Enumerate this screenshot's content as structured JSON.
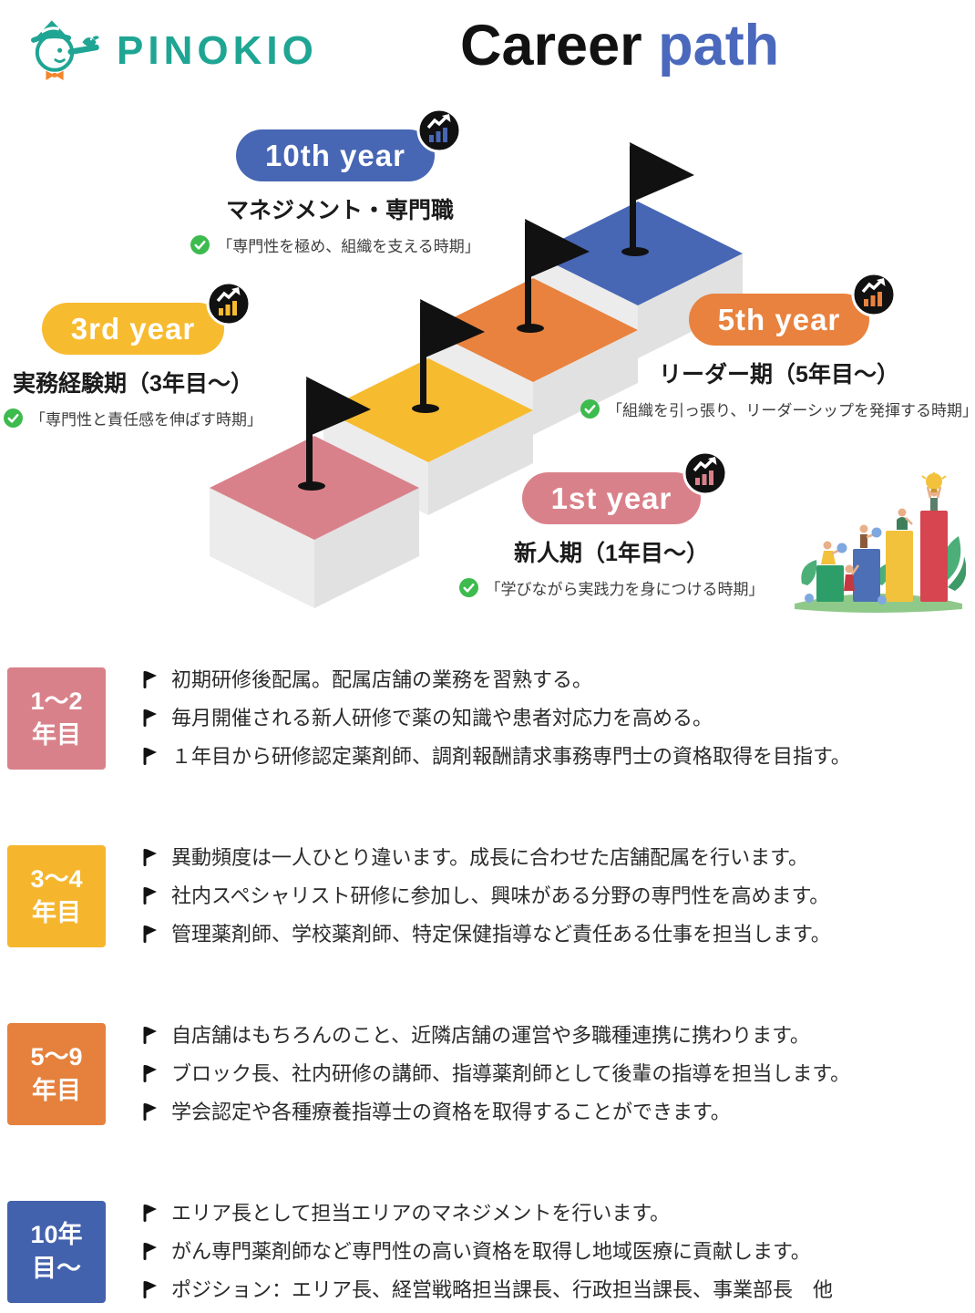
{
  "header": {
    "logo_text": "PINOKIO",
    "title_black": "Career",
    "title_blue": "path"
  },
  "milestones": [
    {
      "badge": "1st year",
      "title": "新人期（1年目〜）",
      "note": "「学びながら実践力を身につける時期」",
      "color": "#D9818A"
    },
    {
      "badge": "3rd year",
      "title": "実務経験期（3年目〜）",
      "note": "「専門性と責任感を伸ばす時期」",
      "color": "#F7BB2F"
    },
    {
      "badge": "5th year",
      "title": "リーダー期（5年目〜）",
      "note": "「組織を引っ張り、リーダーシップを発揮する時期」",
      "color": "#E8823E"
    },
    {
      "badge": "10th year",
      "title": "マネジメント・専門職",
      "note": "「専門性を極め、組織を支える時期」",
      "color": "#4766B4"
    }
  ],
  "sections": [
    {
      "label_top": "1〜2",
      "label_bottom": "年目",
      "color": "#D9818A",
      "items": [
        "初期研修後配属。配属店舗の業務を習熟する。",
        "毎月開催される新人研修で薬の知識や患者対応力を高める。",
        "１年目から研修認定薬剤師、調剤報酬請求事務専門士の資格取得を目指す。"
      ]
    },
    {
      "label_top": "3〜4",
      "label_bottom": "年目",
      "color": "#F5B62E",
      "items": [
        "異動頻度は一人ひとり違います。成長に合わせた店舗配属を行います。",
        "社内スペシャリスト研修に参加し、興味がある分野の専門性を高めます。",
        "管理薬剤師、学校薬剤師、特定保健指導など責任ある仕事を担当します。"
      ]
    },
    {
      "label_top": "5〜9",
      "label_bottom": "年目",
      "color": "#E5813C",
      "items": [
        "自店舗はもちろんのこと、近隣店舗の運営や多職種連携に携わります。",
        "ブロック長、社内研修の講師、指導薬剤師として後輩の指導を担当します。",
        "学会認定や各種療養指導士の資格を取得することができます。"
      ]
    },
    {
      "label_top": "10年",
      "label_bottom": "目〜",
      "color": "#4362AD",
      "items": [
        "エリア長として担当エリアのマネジメントを行います。",
        "がん専門薬剤師など専門性の高い資格を取得し地域医療に貢献します。",
        "ポジション：エリア長、経営戦略担当課長、行政担当課長、事業部長　他"
      ]
    }
  ],
  "colors": {
    "brand_teal": "#1FA593",
    "title_blue": "#4A68BC",
    "step_pink": "#D9818A",
    "step_yellow": "#F7BB2F",
    "step_orange": "#E8823E",
    "step_blue": "#4766B4",
    "check_green": "#3DBB4E",
    "bowtie_orange": "#F5862D"
  }
}
